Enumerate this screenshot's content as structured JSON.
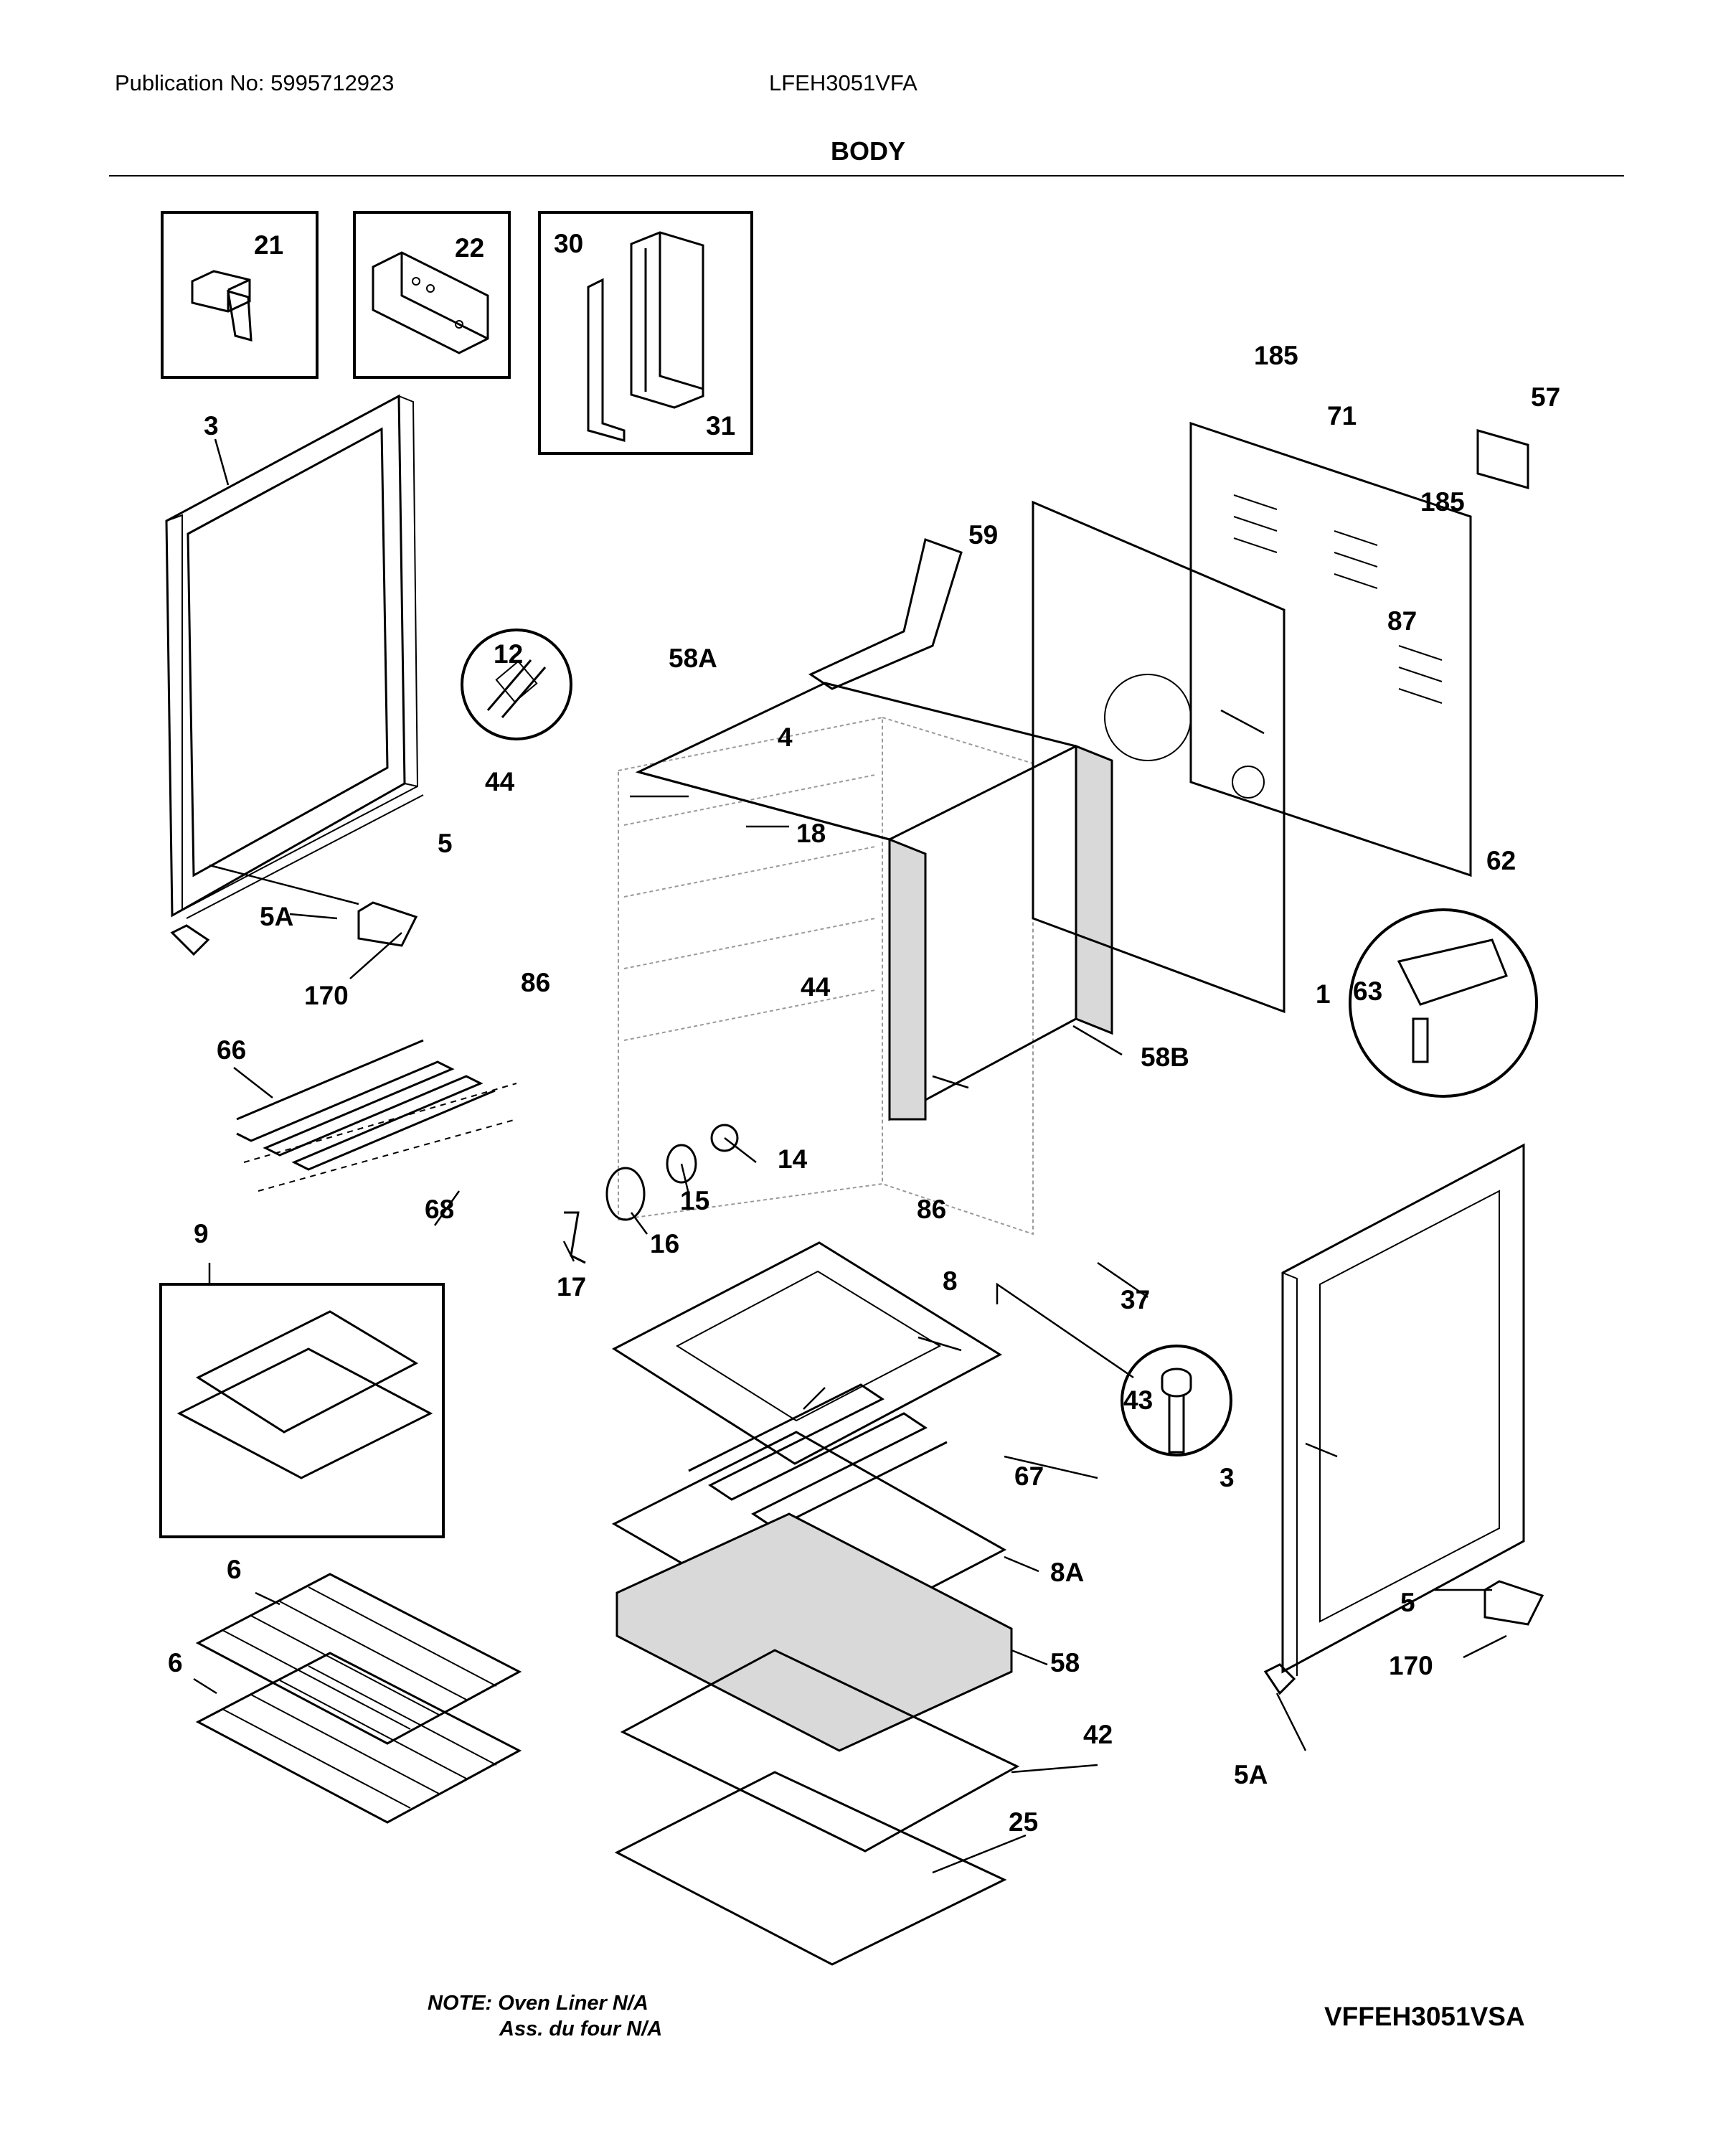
{
  "header": {
    "publication": "Publication No: 5995712923",
    "model": "LFEH3051VFA",
    "section_title": "BODY"
  },
  "footer": {
    "note_line1": "NOTE: Oven Liner N/A",
    "note_line2": "Ass. du four N/A",
    "diagram_code": "VFFEH3051VSA"
  },
  "callouts": {
    "c21": "21",
    "c22": "22",
    "c30": "30",
    "c31": "31",
    "c3a": "3",
    "c3b": "3",
    "c185a": "185",
    "c185b": "185",
    "c71": "71",
    "c57": "57",
    "c59": "59",
    "c87": "87",
    "c12": "12",
    "c58A": "58A",
    "c4": "4",
    "c44a": "44",
    "c44b": "44",
    "c18": "18",
    "c5a": "5",
    "c5b": "5",
    "c5Aa": "5A",
    "c5Ab": "5A",
    "c170a": "170",
    "c170b": "170",
    "c62": "62",
    "c63": "63",
    "c1": "1",
    "c86a": "86",
    "c86b": "86",
    "c58B": "58B",
    "c66": "66",
    "c68": "68",
    "c14": "14",
    "c15": "15",
    "c16": "16",
    "c17": "17",
    "c9": "9",
    "c8": "8",
    "c37": "37",
    "c43": "43",
    "c67": "67",
    "c8A": "8A",
    "c6a": "6",
    "c6b": "6",
    "c58": "58",
    "c42": "42",
    "c25": "25"
  }
}
